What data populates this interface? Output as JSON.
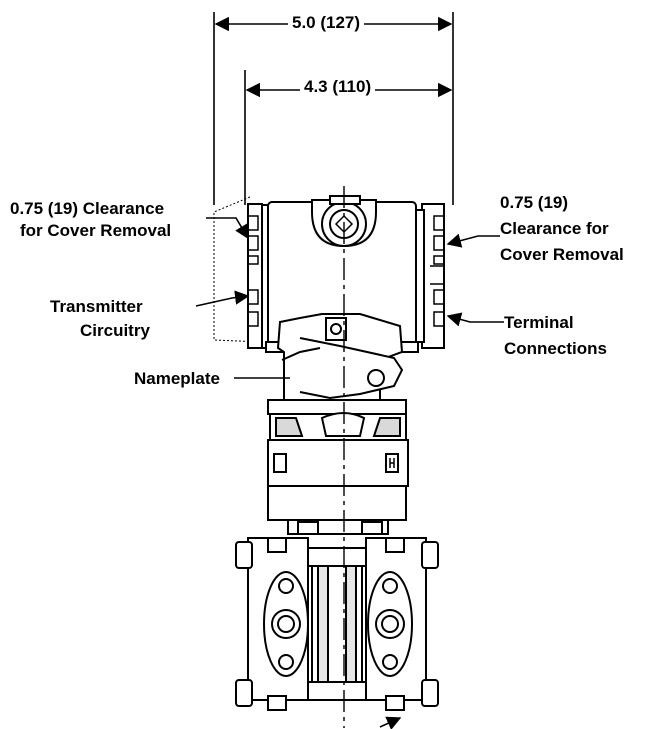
{
  "dimensions": {
    "overall_width": "5.0 (127)",
    "housing_width": "4.3 (110)"
  },
  "callouts": {
    "left_clearance_line1": "0.75 (19) Clearance",
    "left_clearance_line2": "for Cover Removal",
    "right_clearance_line1": "0.75 (19)",
    "right_clearance_line2": "Clearance for",
    "right_clearance_line3": "Cover Removal",
    "circuitry_line1": "Transmitter",
    "circuitry_line2": "Circuitry",
    "terminal_line1": "Terminal",
    "terminal_line2": "Connections",
    "nameplate": "Nameplate"
  }
}
